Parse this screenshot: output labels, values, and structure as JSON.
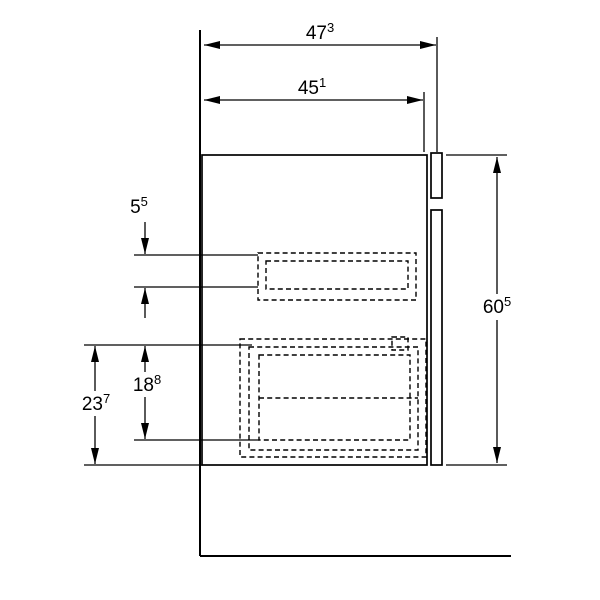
{
  "diagram": {
    "type": "technical-dimension-drawing",
    "view": "cabinet-side-elevation",
    "background_color": "#ffffff",
    "line_color": "#000000",
    "dimensions": {
      "overall_depth": {
        "value": "47",
        "sup": "3"
      },
      "carcass_depth": {
        "value": "45",
        "sup": "1"
      },
      "top_drawer_offset": {
        "value": "5",
        "sup": "5"
      },
      "overall_height": {
        "value": "60",
        "sup": "5"
      },
      "inner_drawer_height": {
        "value": "18",
        "sup": "8"
      },
      "front_drawer_height": {
        "value": "23",
        "sup": "7"
      }
    }
  }
}
